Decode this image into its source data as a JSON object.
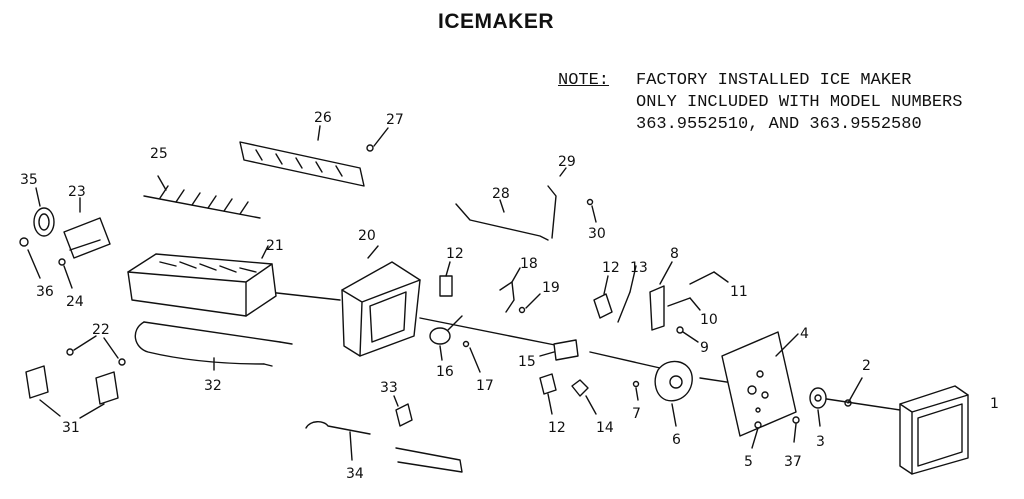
{
  "title": "ICEMAKER",
  "note": {
    "label": "NOTE:",
    "lines": [
      "FACTORY INSTALLED ICE MAKER",
      "ONLY INCLUDED WITH MODEL NUMBERS",
      "363.9552510, AND 363.9552580"
    ]
  },
  "callouts": [
    "1",
    "2",
    "3",
    "4",
    "5",
    "6",
    "7",
    "8",
    "9",
    "10",
    "11",
    "12",
    "12",
    "12",
    "13",
    "14",
    "15",
    "16",
    "17",
    "18",
    "19",
    "20",
    "21",
    "22",
    "23",
    "24",
    "25",
    "26",
    "27",
    "28",
    "29",
    "30",
    "31",
    "32",
    "33",
    "34",
    "35",
    "36",
    "37"
  ],
  "colors": {
    "ink": "#111111",
    "background": "#ffffff"
  }
}
